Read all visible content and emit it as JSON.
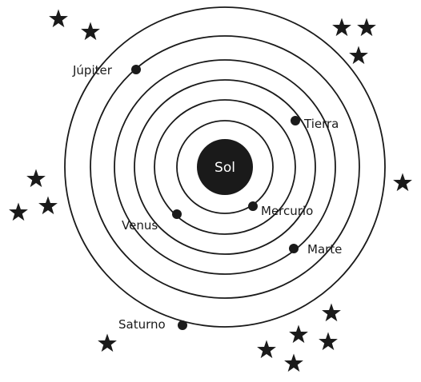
{
  "sun": {
    "label": "Sol"
  },
  "planets": [
    {
      "id": "mercurio",
      "label": "Mercurio"
    },
    {
      "id": "venus",
      "label": "Venus"
    },
    {
      "id": "tierra",
      "label": "Tierra"
    },
    {
      "id": "marte",
      "label": "Marte"
    },
    {
      "id": "jupiter",
      "label": "Júpiter"
    },
    {
      "id": "saturno",
      "label": "Saturno"
    }
  ],
  "colors": {
    "ink": "#1a1a1a",
    "background": "#ffffff"
  },
  "decoration": {
    "icon": "star-icon"
  }
}
